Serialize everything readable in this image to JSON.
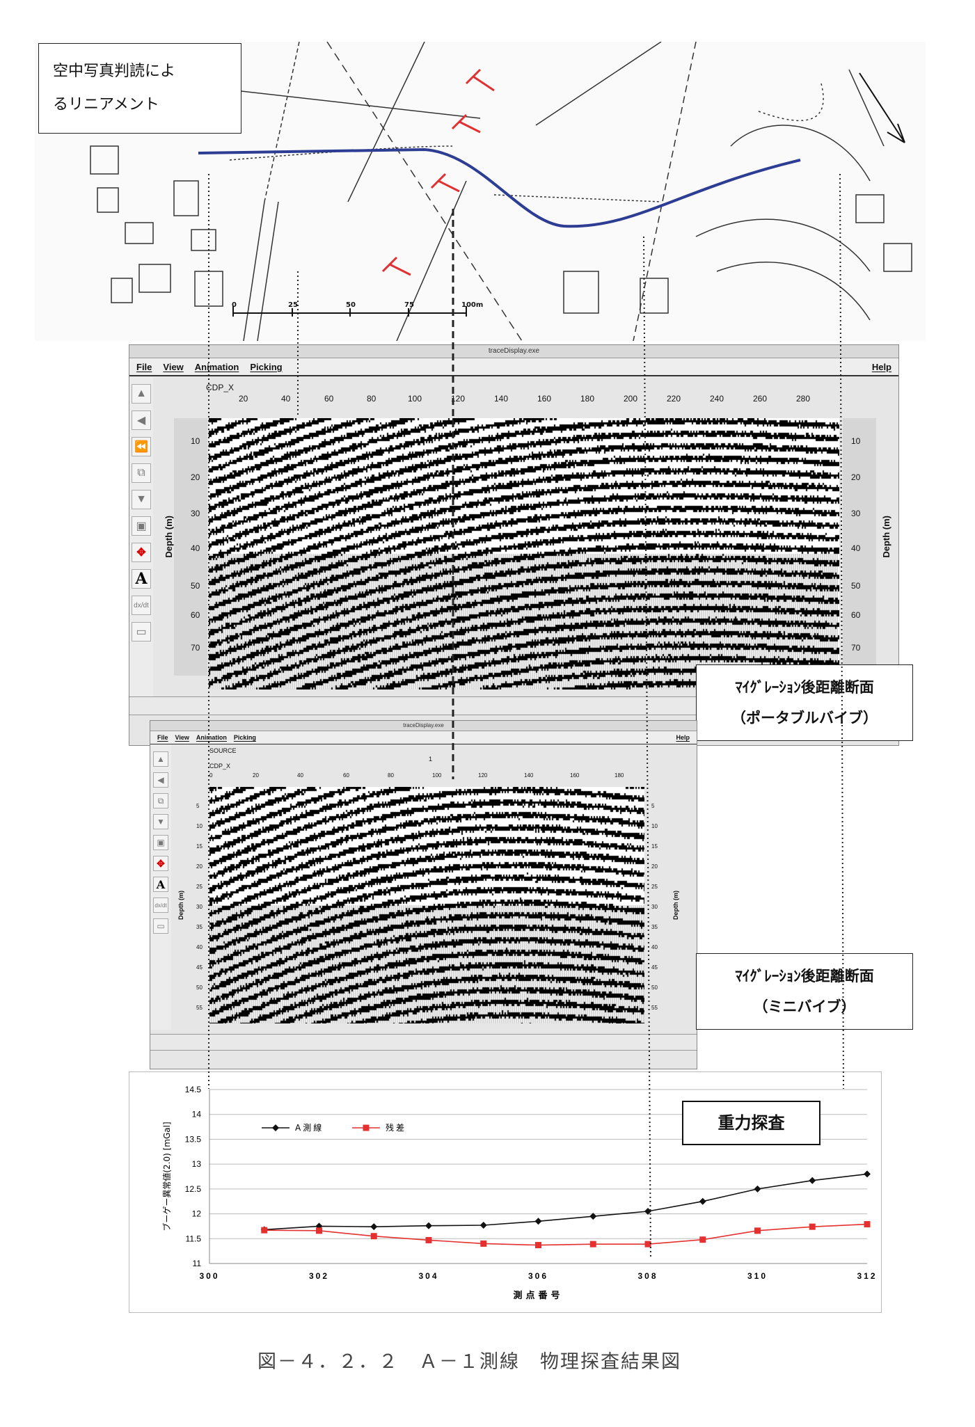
{
  "map": {
    "label_lines": [
      "空中写真判読によ",
      "るリニアメント"
    ],
    "scale_ticks": [
      "0",
      "25",
      "50",
      "75",
      "100m"
    ]
  },
  "portable": {
    "window_title": "traceDisplay.exe",
    "menu": [
      "File",
      "View",
      "Animation",
      "Picking"
    ],
    "help": "Help",
    "axis_name": "CDP_X",
    "x_ticks": [
      "20",
      "40",
      "60",
      "80",
      "100",
      "120",
      "140",
      "160",
      "180",
      "200",
      "220",
      "240",
      "260",
      "280"
    ],
    "depth_ticks": [
      "10",
      "20",
      "30",
      "40",
      "50",
      "60",
      "70"
    ],
    "depth_label": "Depth (m)",
    "caption": [
      "ﾏｲｸﾞﾚｰｼｮﾝ後距離断面",
      "（ポータブルバイブ）"
    ]
  },
  "mini": {
    "window_title": "traceDisplay.exe",
    "menu": [
      "File",
      "View",
      "Animation",
      "Picking"
    ],
    "help": "Help",
    "source_label": "SOURCE",
    "source_value": "1",
    "axis_name": "CDP_X",
    "x_ticks": [
      "0",
      "20",
      "40",
      "60",
      "80",
      "100",
      "120",
      "140",
      "160",
      "180"
    ],
    "depth_ticks": [
      "5",
      "10",
      "15",
      "20",
      "25",
      "30",
      "35",
      "40",
      "45",
      "50",
      "55"
    ],
    "depth_label": "Depth (m)",
    "caption": [
      "ﾏｲｸﾞﾚｰｼｮﾝ後距離断面",
      "（ミニバイブ）"
    ]
  },
  "gravity": {
    "box_label": "重力探査"
  },
  "chart_data": {
    "type": "line",
    "title": "",
    "xlabel": "測点番号",
    "ylabel": "ブーゲー異常値(2.0) [mGal]",
    "xlim": [
      300,
      312
    ],
    "ylim": [
      11,
      14.5
    ],
    "x_ticks": [
      "300",
      "302",
      "304",
      "306",
      "308",
      "310",
      "312"
    ],
    "y_ticks": [
      "11",
      "11.5",
      "12",
      "12.5",
      "13",
      "13.5",
      "14",
      "14.5"
    ],
    "legend_position": "top-left",
    "grid": true,
    "x": [
      301,
      302,
      303,
      304,
      305,
      306,
      307,
      308,
      309,
      310,
      311,
      312
    ],
    "series": [
      {
        "name": "A測線",
        "color": "#111111",
        "marker": "diamond",
        "values": [
          11.68,
          11.75,
          11.74,
          11.76,
          11.77,
          11.85,
          11.95,
          12.05,
          12.25,
          12.5,
          12.67,
          12.8
        ]
      },
      {
        "name": "残差",
        "color": "#e53030",
        "marker": "square",
        "values": [
          11.67,
          11.66,
          11.55,
          11.47,
          11.4,
          11.37,
          11.39,
          11.39,
          11.48,
          11.66,
          11.74,
          11.79
        ]
      }
    ]
  },
  "figure_caption": "図－４．２．２　Ａ－１測線　物理探査結果図"
}
